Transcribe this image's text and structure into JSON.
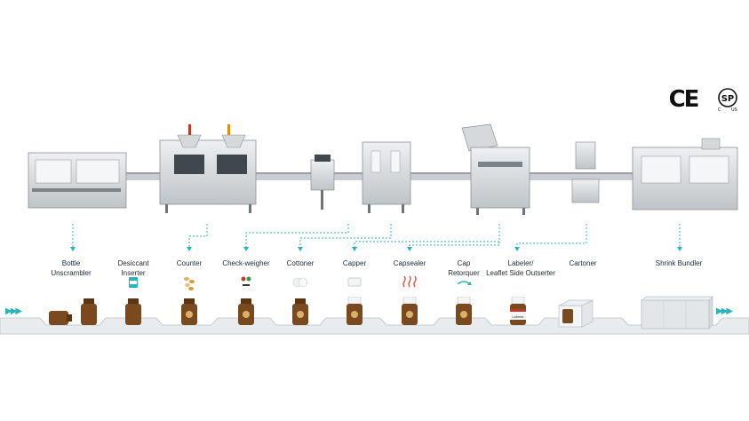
{
  "certifications": {
    "ce": "CE",
    "csa_top": "SP",
    "csa_left": "C",
    "csa_right": "US"
  },
  "stages": [
    {
      "id": "bottle-unscrambler",
      "label": "Bottle\nUnscrambler",
      "icon": "bottle-pair-icon"
    },
    {
      "id": "desiccant-inserter",
      "label": "Desiccant\nInserter",
      "icon": "desiccant-pack-icon"
    },
    {
      "id": "counter",
      "label": "Counter",
      "icon": "tablets-icon"
    },
    {
      "id": "check-weigher",
      "label": "Check-weigher",
      "icon": "rejected-tablets-icon"
    },
    {
      "id": "cottoner",
      "label": "Cottoner",
      "icon": "cotton-icon"
    },
    {
      "id": "capper",
      "label": "Capper",
      "icon": "cap-icon"
    },
    {
      "id": "capsealer",
      "label": "Capsealer",
      "icon": "heat-wave-icon"
    },
    {
      "id": "cap-retorquer",
      "label": "Cap\nRetorquer",
      "icon": "retorque-arrow-icon"
    },
    {
      "id": "labeler",
      "label": "Labeler/\nLeaflet Side Outserter",
      "icon": "label-icon"
    },
    {
      "id": "cartoner",
      "label": "Cartoner",
      "icon": "carton-icon"
    },
    {
      "id": "shrink-bundler",
      "label": "Shrink Bundler",
      "icon": "bundle-icon"
    }
  ],
  "bottle_label_text": "Labeler",
  "colors": {
    "accent": "#2ab3b9",
    "bottle_amber": "#7a4a1e",
    "bottle_cap": "#5a3515",
    "conveyor": "#e9ecee",
    "machine_body": "#d8dcdf",
    "machine_dark": "#6d747a"
  }
}
